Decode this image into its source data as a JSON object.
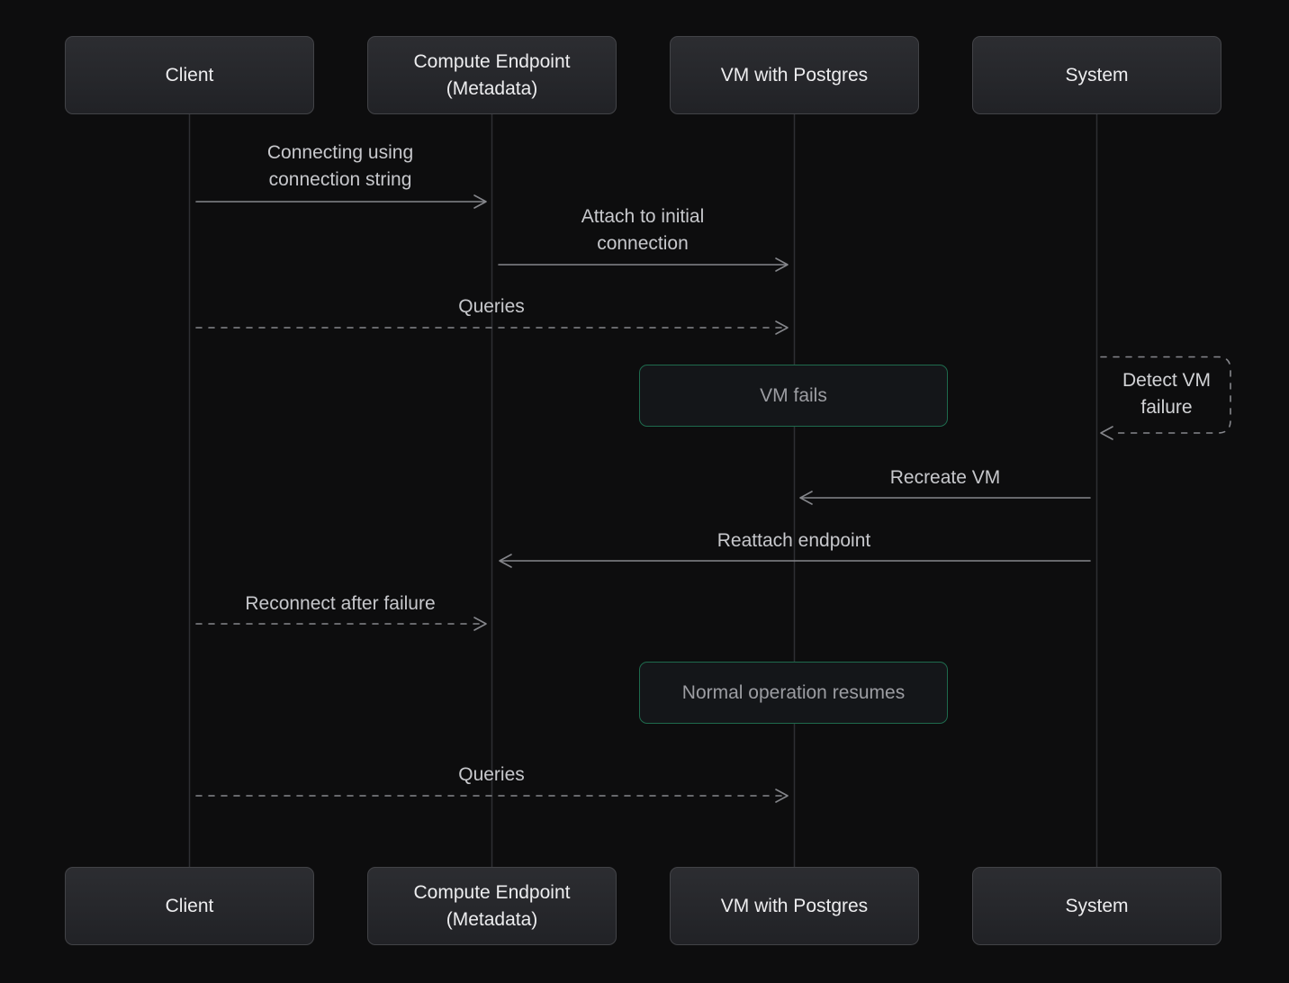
{
  "diagram": {
    "type": "sequence",
    "actors": [
      {
        "id": "client",
        "label": "Client"
      },
      {
        "id": "compute-endpoint",
        "label": "Compute Endpoint (Metadata)"
      },
      {
        "id": "vm-postgres",
        "label": "VM with Postgres"
      },
      {
        "id": "system",
        "label": "System"
      }
    ],
    "messages": [
      {
        "from": "Client",
        "to": "Compute Endpoint (Metadata)",
        "style": "solid",
        "label": "Connecting using connection string"
      },
      {
        "from": "Compute Endpoint (Metadata)",
        "to": "VM with Postgres",
        "style": "solid",
        "label": "Attach to initial connection"
      },
      {
        "from": "Client",
        "to": "VM with Postgres",
        "style": "dashed",
        "label": "Queries"
      },
      {
        "from": "System",
        "to": "System",
        "style": "dashed-self",
        "label": "Detect VM failure"
      },
      {
        "from": "System",
        "to": "VM with Postgres",
        "style": "solid",
        "label": "Recreate VM"
      },
      {
        "from": "System",
        "to": "Compute Endpoint (Metadata)",
        "style": "solid",
        "label": "Reattach endpoint"
      },
      {
        "from": "Client",
        "to": "Compute Endpoint (Metadata)",
        "style": "dashed",
        "label": "Reconnect after failure"
      },
      {
        "from": "Client",
        "to": "VM with Postgres",
        "style": "dashed",
        "label": "Queries"
      }
    ],
    "states": [
      {
        "on": "VM with Postgres",
        "label": "VM fails"
      },
      {
        "on": "VM with Postgres",
        "label": "Normal operation resumes"
      }
    ]
  },
  "colors": {
    "background": "#0d0d0e",
    "actor_box_bg": "#26272b",
    "actor_box_border": "#424347",
    "actor_text": "#ededef",
    "message_text": "#c7c8cc",
    "arrow_line": "#85868b",
    "lifeline": "#2e2f33",
    "state_border_green": "#1e6a4d",
    "state_text": "#9c9da2",
    "note_dash": "#8c8d92"
  }
}
